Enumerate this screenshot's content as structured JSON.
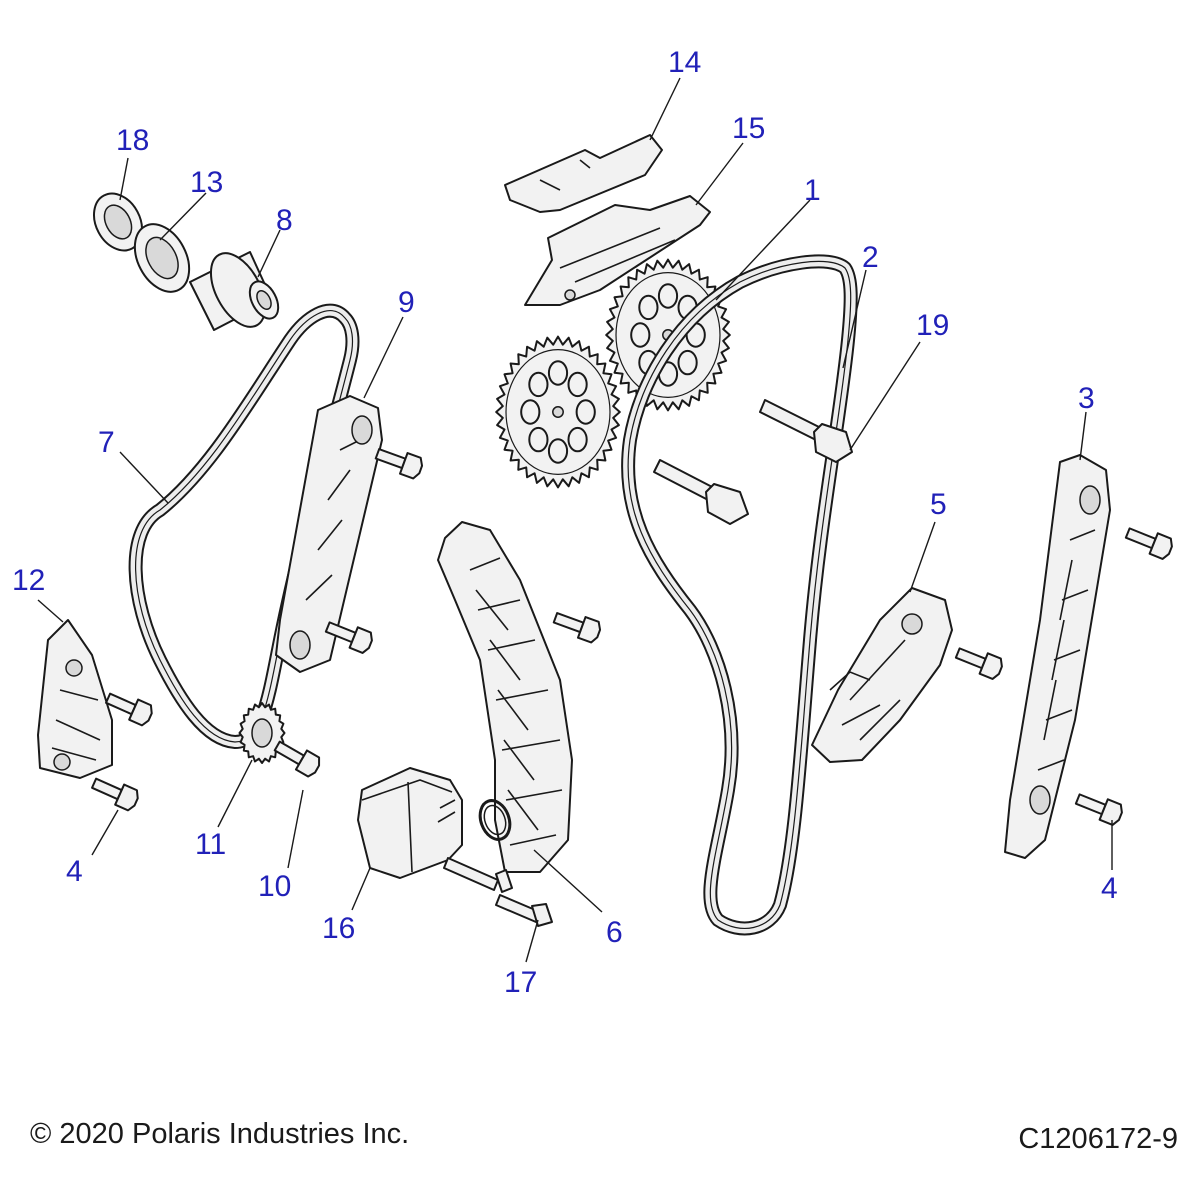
{
  "callouts": {
    "c1": "1",
    "c2": "2",
    "c3": "3",
    "c4a": "4",
    "c4b": "4",
    "c5": "5",
    "c6": "6",
    "c7": "7",
    "c8": "8",
    "c9": "9",
    "c10": "10",
    "c11": "11",
    "c12": "12",
    "c13": "13",
    "c14": "14",
    "c15": "15",
    "c16": "16",
    "c17": "17",
    "c18": "18",
    "c19": "19"
  },
  "footer": {
    "copyright": "© 2020 Polaris Industries Inc.",
    "drawing_number": "C1206172-9"
  },
  "colors": {
    "callout": "#2121b8",
    "line": "#1a1a1a",
    "part_fill": "#f2f2f2"
  }
}
